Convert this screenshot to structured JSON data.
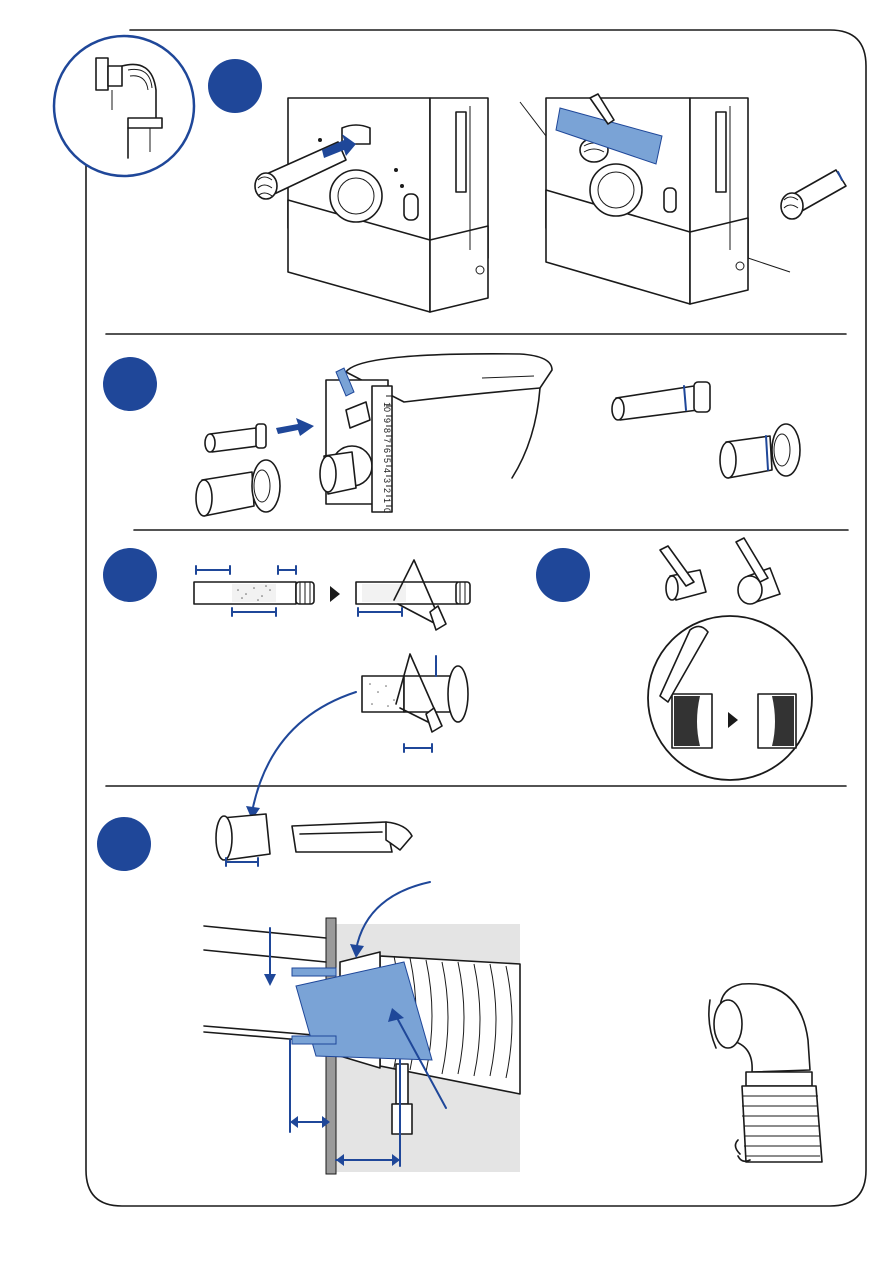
{
  "page": {
    "background": "#ffffff",
    "frame_color": "#1a1a1a",
    "accent": "#1f4799",
    "highlight": "#7aa3d6"
  },
  "ruler": {
    "digits": [
      "0",
      "1",
      "2",
      "3",
      "4",
      "5",
      "6",
      "7",
      "8",
      "9",
      "10"
    ]
  },
  "steps": [
    {
      "id": "step-1",
      "icon": "step-circle"
    },
    {
      "id": "step-2",
      "icon": "step-circle"
    },
    {
      "id": "step-3",
      "icon": "step-circle"
    },
    {
      "id": "step-4",
      "icon": "step-circle"
    },
    {
      "id": "step-5",
      "icon": "step-circle"
    }
  ],
  "icons": [
    "pencil-icon",
    "hacksaw-icon",
    "file-icon",
    "arrow-icon",
    "measure-arrow-icon",
    "hose-clamp-icon"
  ]
}
